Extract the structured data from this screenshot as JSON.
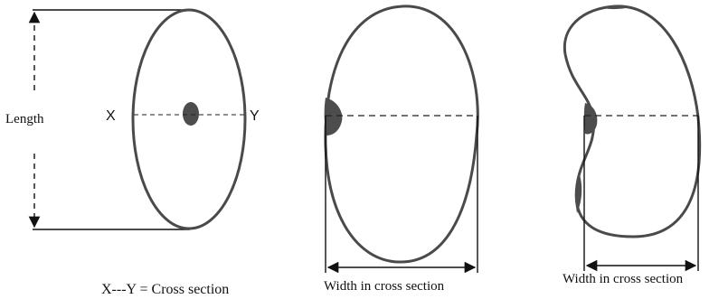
{
  "labels": {
    "length": "Length",
    "x": "X",
    "y": "Y",
    "legend": "X---Y = Cross section",
    "width_middle": "Width in cross section",
    "width_right": "Width in cross section"
  },
  "colors": {
    "outline": "#4a4a4a",
    "hilum": "#4d4d4d",
    "line": "#111111"
  }
}
